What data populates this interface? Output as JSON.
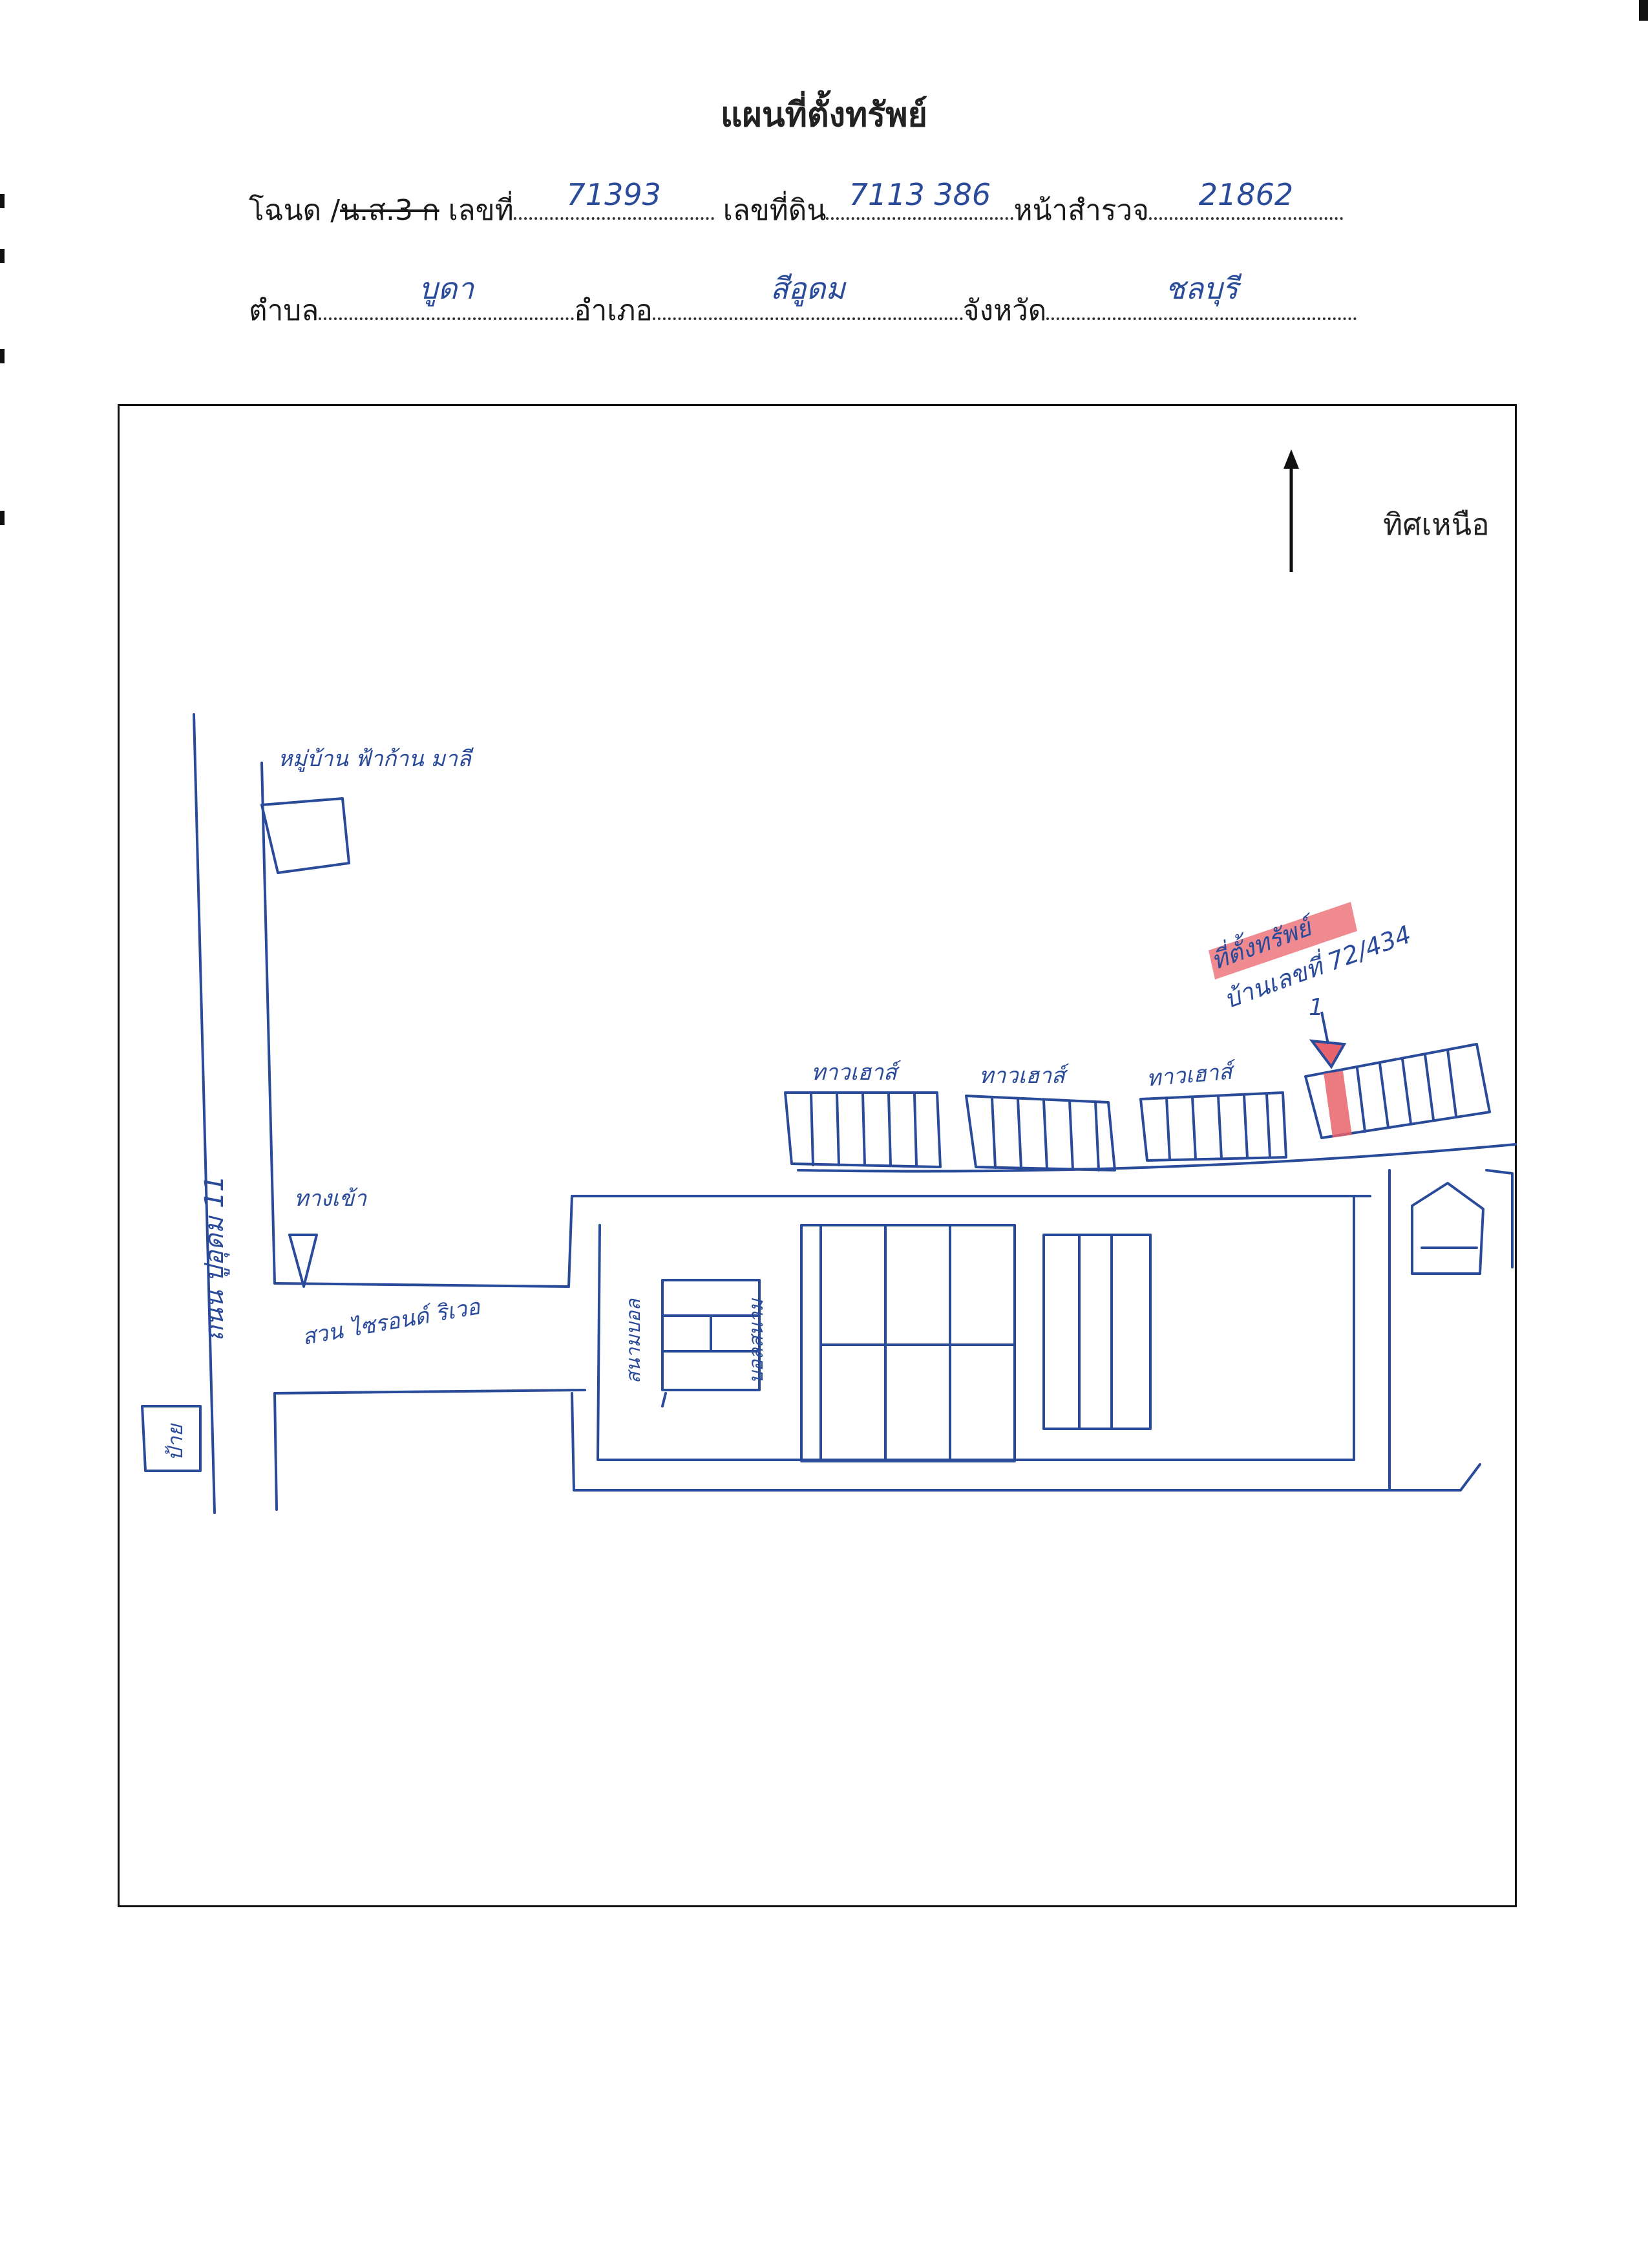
{
  "document": {
    "title": "แผนที่ตั้งทรัพย์"
  },
  "form": {
    "line1": {
      "deed_label": "โฉนด /",
      "deed_struck": "น.ส.3 ก",
      "number_label": "เลขที่",
      "number_value": "71393",
      "land_no_label": "เลขที่ดิน",
      "land_no_value": "7113 386",
      "survey_page_label": "หน้าสำรวจ",
      "survey_page_value": "21862"
    },
    "line2": {
      "subdistrict_label": "ตำบล",
      "subdistrict_value": "บูดา",
      "district_label": "อำเภอ",
      "district_value": "สีอูดม",
      "province_label": "จังหวัด",
      "province_value": "ชลบุรี"
    }
  },
  "map": {
    "north_label": "ทิศเหนือ",
    "road_label": "ถนน ปูอุดม 11",
    "shop_label": "หมู่บ้าน ฟ้าก้าน มาลี",
    "gate_label": "ทางเข้า",
    "lake_label": "สวน ไซรอนด์ ริเวอ",
    "row1_label": "ทาวเฮาส์",
    "row2_label": "ทาวเฮาส์",
    "row3_label": "ทาวเฮาส์",
    "pool_label1": "สนามบอล",
    "pool_label2": "บอลสนาม",
    "marker_number": "1",
    "target_line1": "ที่ตั้งทรัพย์",
    "target_line2": "บ้านเลขที่ 72/434",
    "side_box": "ป้าย"
  },
  "colors": {
    "ink": "#2a4a9a",
    "highlight": "#e8636b",
    "frame": "#111111"
  }
}
